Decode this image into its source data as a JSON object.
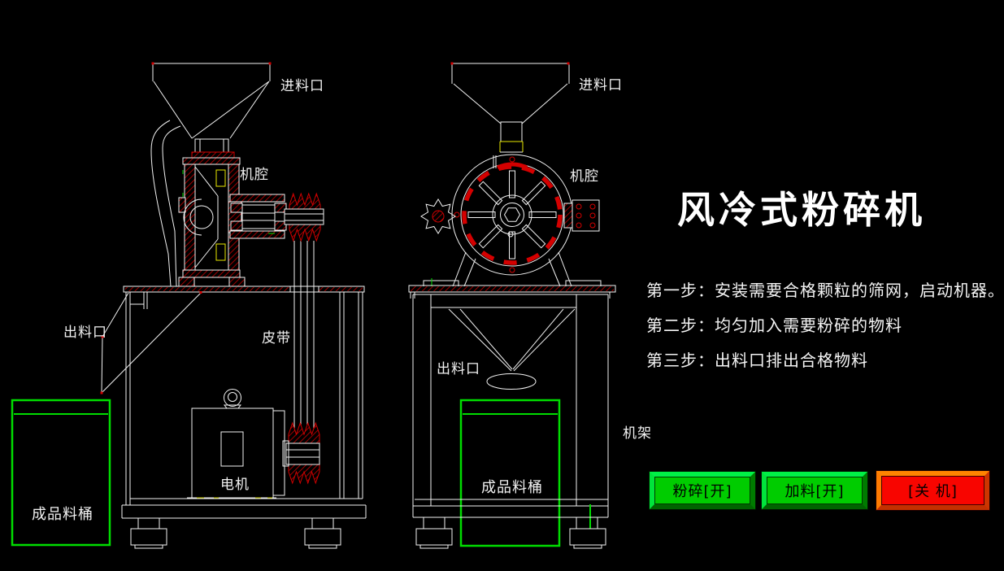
{
  "window": {
    "background": "#000000",
    "description_tag": "air-cooled-pulverizer-hmi"
  },
  "title": "风冷式粉碎机",
  "instructions": {
    "step1": "第一步：安装需要合格颗粒的筛网，启动机器。",
    "step2": "第二步：均匀加入需要粉碎的物料",
    "step3": "第三步：出料口排出合格物料"
  },
  "diagram": {
    "labels": {
      "feed_inlet_left": "进料口",
      "feed_inlet_right": "进料口",
      "chamber_left": "机腔",
      "chamber_right": "机腔",
      "outlet_left": "出料口",
      "outlet_right": "出料口",
      "belt": "皮带",
      "motor": "电机",
      "product_barrel_left": "成品料桶",
      "product_barrel_right": "成品料桶",
      "frame": "机架"
    }
  },
  "controls": {
    "crush_button": "粉碎[开]",
    "feed_button": "加料[开]",
    "shutdown_button": "[关 机]"
  },
  "colors": {
    "background": "#000000",
    "line_white": "#f2f2f2",
    "hatch_red": "#c80000",
    "accent_red": "#d40000",
    "highlight_yellow": "#e8e800",
    "barrel_green": "#00dd00",
    "button_green_face": "#00cc00",
    "button_green_bevel_light": "#00f046",
    "button_green_bevel_dark": "#007a00",
    "button_red_face": "#f80500",
    "button_red_bevel_light": "#ff8400",
    "button_red_bevel_dark": "#c33000",
    "button_text": "#000000",
    "text_white": "#ffffff"
  }
}
